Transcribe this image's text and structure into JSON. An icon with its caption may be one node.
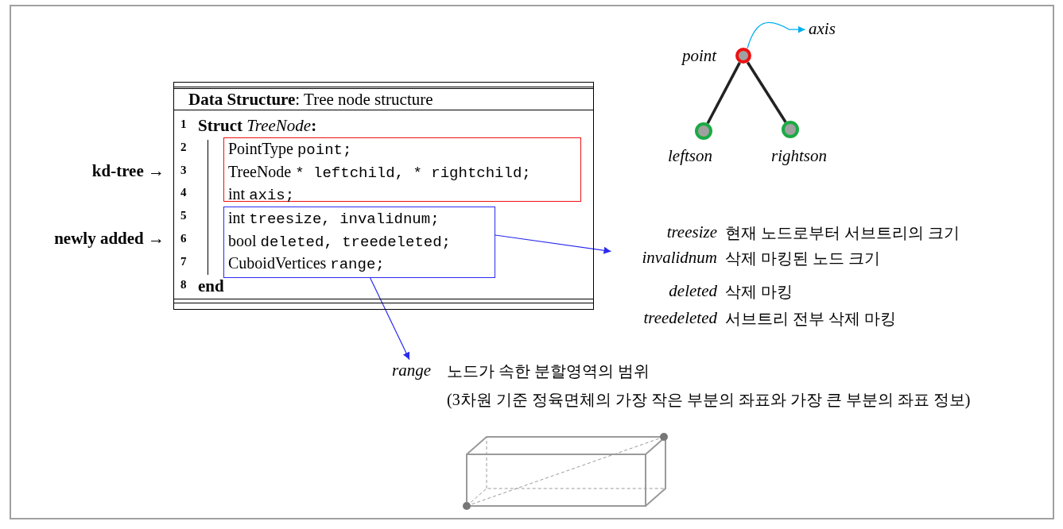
{
  "diagram": {
    "nodes": [
      {
        "text": [
          "**Data Structure**: Tree node structure",
          "Struct *TreeNode*:",
          "end"
        ]
      },
      {
        "text": [
          "PointType point;",
          "TreeNode * leftchild, * rightchild;",
          "int axis;"
        ],
        "in": 0
      },
      {
        "text": [
          "int treesize, invalidnum;",
          "bool deleted, treedeleted;",
          "CuboidVertices range;"
        ],
        "in": 0
      },
      {
        "text": [
          "treesize",
          "현재 노드로부터 서브트리의 크기",
          "invalidnum",
          "삭제 마킹된 노드 크기",
          "deleted",
          "삭제 마킹",
          "treedeleted",
          "서브트리 전부 삭제 마킹"
        ]
      },
      {
        "text": [
          "range",
          "노드가 속한 분할영역의 범위",
          "(3차원 기준 정육면체의 가장 작은 부분의 좌표와 가장 큰 부분의 좌표 정보)"
        ]
      },
      {
        "text": [],
        "shape": "circle",
        "beside": [
          "point"
        ]
      },
      {
        "text": [],
        "shape": "circle",
        "beside": [
          "leftson"
        ]
      },
      {
        "text": [],
        "shape": "circle",
        "beside": [
          "rightson"
        ]
      },
      {
        "text": [
          "axis"
        ]
      }
    ],
    "edges": [
      {
        "from": 2,
        "to": 3,
        "arrow": "to",
        "color": "#2a2af0"
      },
      {
        "from": 2,
        "to": 4,
        "arrow": "to",
        "color": "#2a2af0"
      },
      {
        "from": 5,
        "to": 6,
        "arrow": "none",
        "style": "thick",
        "color": "#222222"
      },
      {
        "from": 5,
        "to": 7,
        "arrow": "none",
        "style": "thick",
        "color": "#222222"
      },
      {
        "from": 5,
        "to": 8,
        "arrow": "to",
        "color": "#00aeef"
      }
    ],
    "labels": [
      "1",
      "2",
      "kd-tree →",
      "3",
      "4",
      "5",
      "newly added →",
      "6",
      "7",
      "8"
    ]
  }
}
